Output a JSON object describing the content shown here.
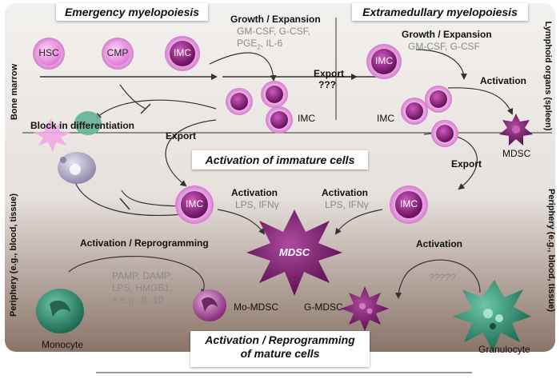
{
  "banners": {
    "emergency": "Emergency myelopoiesis",
    "extramedullary": "Extramedullary myelopoiesis",
    "activation_immature": "Activation of immature cells",
    "activation_mature_line1": "Activation / Reprogramming",
    "activation_mature_line2": "of mature cells"
  },
  "regions": {
    "bone_marrow": "Bone marrow",
    "lymphoid": "Lymphoid organs (spleen)",
    "periphery_left": "Periphery (e.g., blood, tissue)",
    "periphery_right": "Periphery (e.g., blood, tissue)"
  },
  "cells": {
    "hsc": "HSC",
    "cmp": "CMP",
    "imc_marrow": "IMC",
    "imc_spleen": "IMC",
    "imc_left": "IMC",
    "imc_right": "IMC",
    "mdsc_center": "MDSC"
  },
  "labels": {
    "growth1_title": "Growth / Expansion",
    "growth1_factors_line1": "GM-CSF, G-CSF,",
    "growth1_factors_line2": "PGE",
    "growth1_factors_sub": "2",
    "growth1_factors_rest": ", IL-6",
    "growth2_title": "Growth / Expansion",
    "growth2_factors": "GM-CSF, G-CSF",
    "export_q_line1": "Export",
    "export_q_line2": "???",
    "imc_marrow_group": "IMC",
    "imc_spleen_group": "IMC",
    "activation_spleen": "Activation",
    "mdsc_spleen": "MDSC",
    "export_left": "Export",
    "export_right": "Export",
    "block": "Block in differentiation",
    "activation_left": "Activation",
    "activation_left_factors": "LPS, IFNγ",
    "activation_right": "Activation",
    "activation_right_factors": "LPS, IFNγ",
    "reprogramming_title": "Activation / Reprogramming",
    "reprog_line1": "PAMP, DAMP;",
    "reprog_line2": "LPS, HMGB1,",
    "reprog_line3": "+ e.g., IL-10",
    "activation_bottom": "Activation",
    "unknown": "?????",
    "monocyte": "Monocyte",
    "mo_mdsc": "Mo-MDSC",
    "g_mdsc": "G-MDSC",
    "granulocyte": "Granulocyte"
  },
  "colors": {
    "imc_fill": "#a02c90",
    "imc_halo": "#f1b6ea",
    "hsc_fill": "#f2a5ea",
    "mdsc_fill": "#7a1f6a",
    "monocyte_fill": "#2f8a6e",
    "granulocyte_fill": "#35a084"
  }
}
